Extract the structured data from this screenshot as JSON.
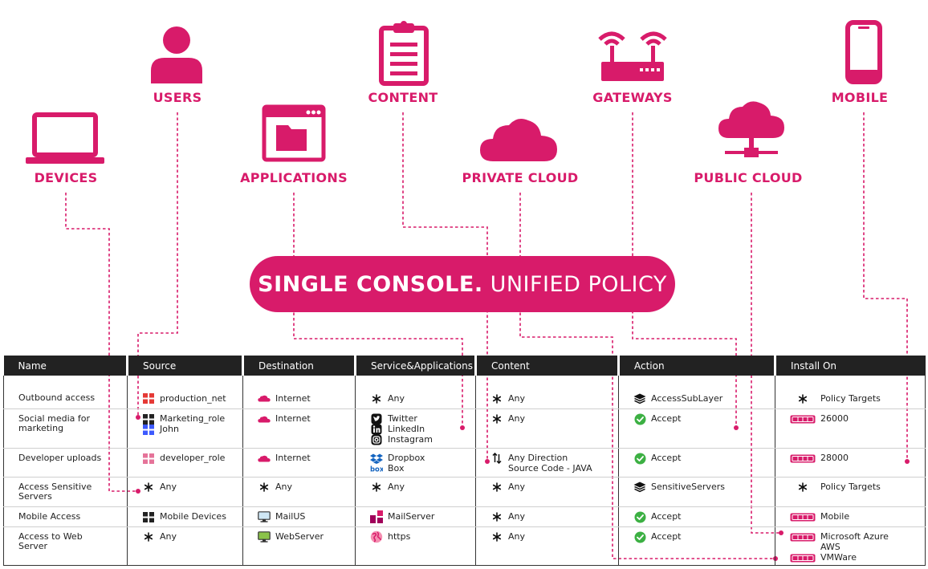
{
  "colors": {
    "accent": "#d81b6a",
    "header_bg": "#222222",
    "accept_green": "#3cb043"
  },
  "categories": {
    "devices": "DEVICES",
    "users": "USERS",
    "applications": "APPLICATIONS",
    "content": "CONTENT",
    "private_cloud": "PRIVATE CLOUD",
    "gateways": "GATEWAYS",
    "public_cloud": "PUBLIC CLOUD",
    "mobile": "MOBILE"
  },
  "console": {
    "bold": "SINGLE CONSOLE.",
    "normal": "UNIFIED POLICY"
  },
  "table": {
    "headers": [
      "Name",
      "Source",
      "Destination",
      "Service&Applications",
      "Content",
      "Action",
      "Install On"
    ],
    "rows": [
      {
        "name": [
          "Outbound access"
        ],
        "source": [
          {
            "icon": "network-grid-red-icon",
            "label": "production_net"
          }
        ],
        "destination": [
          {
            "icon": "cloud-icon",
            "label": "Internet"
          }
        ],
        "service": [
          {
            "icon": "asterisk-icon",
            "label": "Any"
          }
        ],
        "content": [
          {
            "icon": "asterisk-icon",
            "label": "Any"
          }
        ],
        "action": [
          {
            "icon": "layers-icon",
            "label": "AccessSubLayer"
          }
        ],
        "install": [
          {
            "icon": "asterisk-icon",
            "label": "Policy Targets"
          }
        ]
      },
      {
        "name": [
          "Social media for",
          "marketing"
        ],
        "source": [
          {
            "icon": "group-grid-icon",
            "label": "Marketing_role"
          },
          {
            "icon": "user-grid-blue-icon",
            "label": "John"
          }
        ],
        "destination": [
          {
            "icon": "cloud-icon",
            "label": "Internet"
          }
        ],
        "service": [
          {
            "icon": "twitter-icon",
            "label": "Twitter"
          },
          {
            "icon": "linkedin-icon",
            "label": "LinkedIn"
          },
          {
            "icon": "instagram-icon",
            "label": "Instagram"
          }
        ],
        "content": [
          {
            "icon": "asterisk-icon",
            "label": "Any"
          }
        ],
        "action": [
          {
            "icon": "accept-check-icon",
            "label": "Accept"
          }
        ],
        "install": [
          {
            "icon": "gateway-device-icon",
            "label": "26000"
          }
        ]
      },
      {
        "name": [
          "Developer uploads"
        ],
        "source": [
          {
            "icon": "role-grid-pink-icon",
            "label": "developer_role"
          }
        ],
        "destination": [
          {
            "icon": "cloud-icon",
            "label": "Internet"
          }
        ],
        "service": [
          {
            "icon": "dropbox-icon",
            "label": "Dropbox"
          },
          {
            "icon": "box-logo-icon",
            "label": "Box"
          }
        ],
        "content": [
          {
            "icon": "direction-arrows-icon",
            "label": "Any Direction"
          },
          {
            "icon": "none",
            "label": "Source Code - JAVA"
          }
        ],
        "action": [
          {
            "icon": "accept-check-icon",
            "label": "Accept"
          }
        ],
        "install": [
          {
            "icon": "gateway-device-icon",
            "label": "28000"
          }
        ]
      },
      {
        "name": [
          "Access Sensitive",
          "Servers"
        ],
        "source": [
          {
            "icon": "asterisk-icon",
            "label": "Any"
          }
        ],
        "destination": [
          {
            "icon": "asterisk-icon",
            "label": "Any"
          }
        ],
        "service": [
          {
            "icon": "asterisk-icon",
            "label": "Any"
          }
        ],
        "content": [
          {
            "icon": "asterisk-icon",
            "label": "Any"
          }
        ],
        "action": [
          {
            "icon": "layers-icon",
            "label": "SensitiveServers"
          }
        ],
        "install": [
          {
            "icon": "asterisk-icon",
            "label": "Policy Targets"
          }
        ]
      },
      {
        "name": [
          "Mobile Access"
        ],
        "source": [
          {
            "icon": "group-grid-icon",
            "label": "Mobile Devices"
          }
        ],
        "destination": [
          {
            "icon": "monitor-icon",
            "label": "MailUS"
          }
        ],
        "service": [
          {
            "icon": "server-app-icon",
            "label": "MailServer"
          }
        ],
        "content": [
          {
            "icon": "asterisk-icon",
            "label": "Any"
          }
        ],
        "action": [
          {
            "icon": "accept-check-icon",
            "label": "Accept"
          }
        ],
        "install": [
          {
            "icon": "gateway-device-icon",
            "label": "Mobile"
          }
        ]
      },
      {
        "name": [
          "Access to Web",
          "Server"
        ],
        "source": [
          {
            "icon": "asterisk-icon",
            "label": "Any"
          }
        ],
        "destination": [
          {
            "icon": "monitor-green-icon",
            "label": "WebServer"
          }
        ],
        "service": [
          {
            "icon": "https-icon",
            "label": "https"
          }
        ],
        "content": [
          {
            "icon": "asterisk-icon",
            "label": "Any"
          }
        ],
        "action": [
          {
            "icon": "accept-check-icon",
            "label": "Accept"
          }
        ],
        "install": [
          {
            "icon": "gateway-device-icon",
            "label": "Microsoft Azure"
          },
          {
            "icon": "none",
            "label": "AWS"
          },
          {
            "icon": "gateway-device-icon",
            "label": "VMWare"
          }
        ]
      }
    ]
  }
}
